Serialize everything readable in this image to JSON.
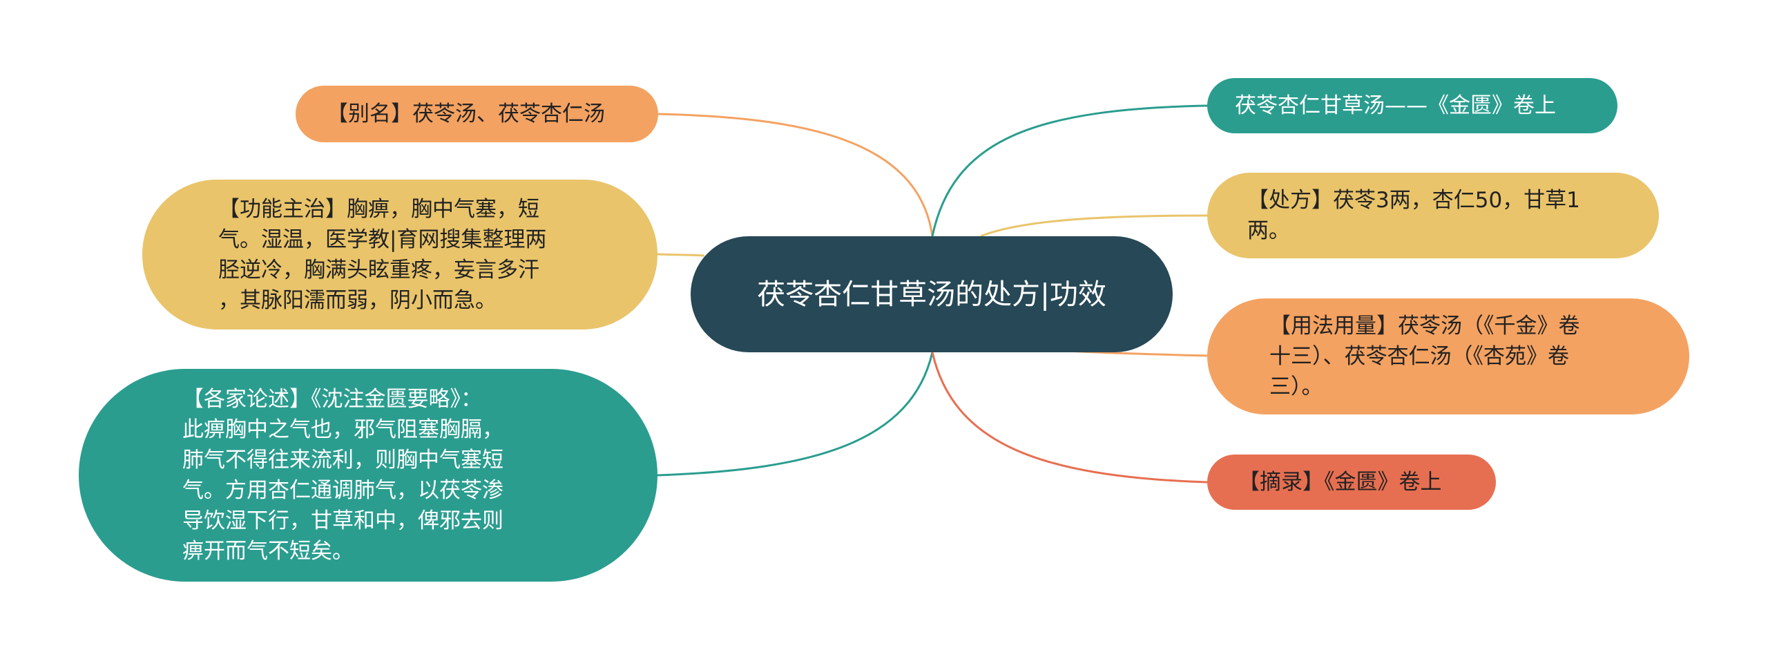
{
  "colors": {
    "center": "#274856",
    "teal": "#2a9d8f",
    "yellow": "#e9c46a",
    "orange": "#f4a261",
    "red": "#e76f51"
  },
  "center": {
    "label": "茯苓杏仁甘草汤的处方|功效"
  },
  "nodes": {
    "alias": "【别名】茯苓汤、茯苓杏仁汤",
    "function": "【功能主治】胸痹，胸中气塞，短\n气。湿温，医学教|育网搜集整理两\n胫逆冷，胸满头眩重疼，妄言多汗\n，其脉阳濡而弱，阴小而急。",
    "commentary": "【各家论述】《沈注金匮要略》：\n此痹胸中之气也，邪气阻塞胸膈，\n肺气不得往来流利，则胸中气塞短\n气。方用杏仁通调肺气，以茯苓渗\n导饮湿下行，甘草和中，俾邪去则\n痹开而气不短矣。",
    "source": "茯苓杏仁甘草汤——《金匮》卷上",
    "prescription": "【处方】茯苓3两，杏仁50，甘草1\n两。",
    "usage": "【用法用量】茯苓汤（《千金》卷\n十三）、茯苓杏仁汤（《杏苑》卷\n三）。",
    "excerpt": "【摘录】《金匮》卷上"
  }
}
